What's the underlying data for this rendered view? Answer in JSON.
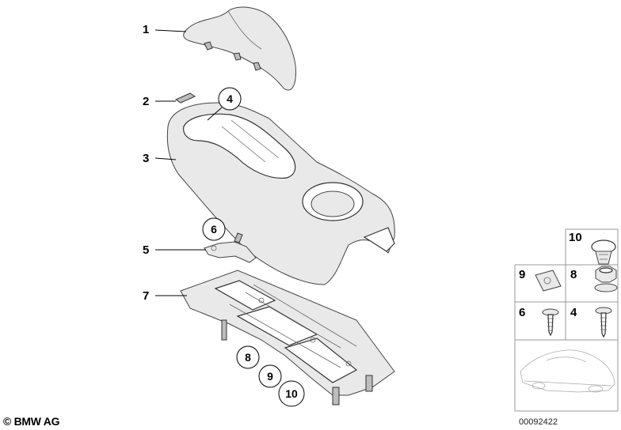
{
  "callouts": {
    "c1": "1",
    "c2": "2",
    "c3": "3",
    "c4": "4",
    "c5": "5",
    "c6": "6",
    "c7": "7",
    "c8": "8",
    "c9": "9",
    "c10": "10"
  },
  "hardware_grid": {
    "cell_10": "10",
    "cell_9": "9",
    "cell_8": "8",
    "cell_6": "6",
    "cell_4": "4"
  },
  "footer": {
    "copyright": "© BMW AG",
    "diagram_code": "00092422"
  }
}
